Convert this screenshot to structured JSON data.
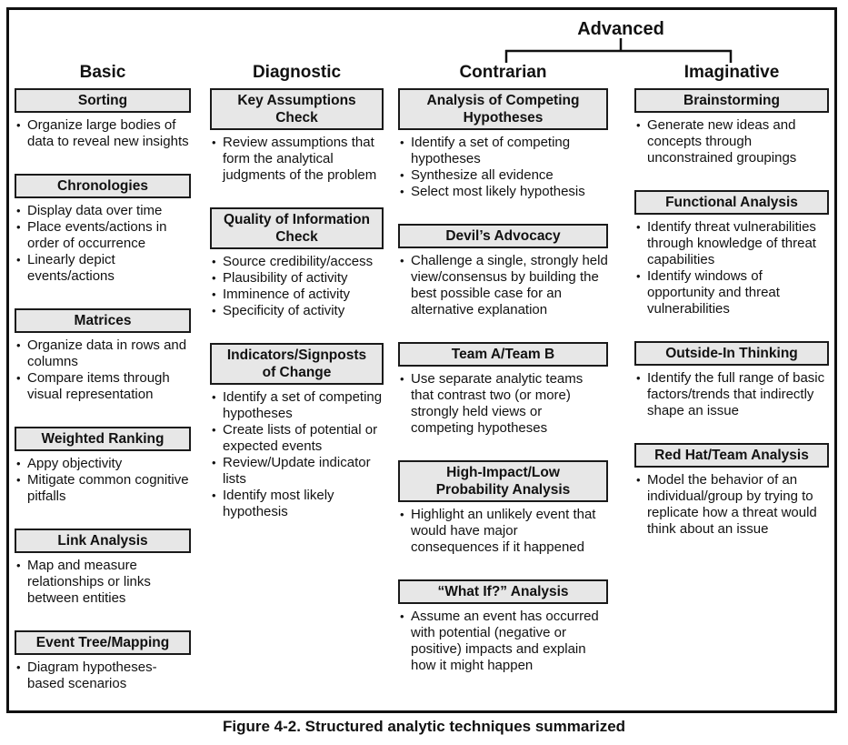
{
  "advanced_label": "Advanced",
  "caption": "Figure 4-2. Structured analytic techniques summarized",
  "colors": {
    "box_fill": "#e7e7e7",
    "box_border": "#1a1a1a",
    "frame_border": "#111111",
    "text": "#111111"
  },
  "columns": [
    {
      "header": "Basic",
      "techniques": [
        {
          "title": "Sorting",
          "bullets": [
            "Organize large bodies of data to reveal new insights"
          ]
        },
        {
          "title": "Chronologies",
          "bullets": [
            "Display data over time",
            "Place events/actions in order of occurrence",
            "Linearly depict events/actions"
          ]
        },
        {
          "title": "Matrices",
          "bullets": [
            "Organize data in rows and columns",
            "Compare items through visual representation"
          ]
        },
        {
          "title": "Weighted Ranking",
          "bullets": [
            "Appy objectivity",
            "Mitigate common cognitive pitfalls"
          ]
        },
        {
          "title": "Link Analysis",
          "bullets": [
            "Map and measure relationships or links between entities"
          ]
        },
        {
          "title": "Event Tree/Mapping",
          "bullets": [
            "Diagram hypotheses-based scenarios"
          ]
        }
      ]
    },
    {
      "header": "Diagnostic",
      "techniques": [
        {
          "title": "Key Assumptions\nCheck",
          "bullets": [
            "Review assumptions that form the analytical judgments of the problem"
          ]
        },
        {
          "title": "Quality of Information\nCheck",
          "bullets": [
            "Source credibility/access",
            "Plausibility of activity",
            "Imminence of activity",
            "Specificity of activity"
          ]
        },
        {
          "title": "Indicators/Signposts\nof Change",
          "bullets": [
            "Identify a set of competing hypotheses",
            "Create lists of potential or expected events",
            "Review/Update indicator lists",
            "Identify most likely hypothesis"
          ]
        }
      ]
    },
    {
      "header": "Contrarian",
      "techniques": [
        {
          "title": "Analysis of Competing\nHypotheses",
          "bullets": [
            "Identify a set of competing hypotheses",
            "Synthesize all evidence",
            "Select most likely hypothesis"
          ]
        },
        {
          "title": "Devil’s Advocacy",
          "bullets": [
            "Challenge a single, strongly held view/consensus by building the best possible case for an alternative explanation"
          ]
        },
        {
          "title": "Team A/Team B",
          "bullets": [
            "Use separate analytic teams that contrast two (or more) strongly held views or competing hypotheses"
          ]
        },
        {
          "title": "High-Impact/Low\nProbability Analysis",
          "bullets": [
            "Highlight an unlikely event that would have major consequences if it happened"
          ]
        },
        {
          "title": "“What If?” Analysis",
          "bullets": [
            "Assume an event has occurred with potential (negative or positive) impacts and explain how it might happen"
          ]
        }
      ]
    },
    {
      "header": "Imaginative",
      "techniques": [
        {
          "title": "Brainstorming",
          "bullets": [
            "Generate new ideas and concepts through unconstrained groupings"
          ]
        },
        {
          "title": "Functional Analysis",
          "bullets": [
            "Identify threat vulnerabilities through knowledge of threat capabilities",
            "Identify windows of opportunity and threat vulnerabilities"
          ]
        },
        {
          "title": "Outside-In Thinking",
          "bullets": [
            "Identify the full range of basic factors/trends that indirectly shape an issue"
          ]
        },
        {
          "title": "Red Hat/Team Analysis",
          "bullets": [
            "Model the behavior of an individual/group by trying to replicate how a threat would think about an issue"
          ]
        }
      ]
    }
  ]
}
